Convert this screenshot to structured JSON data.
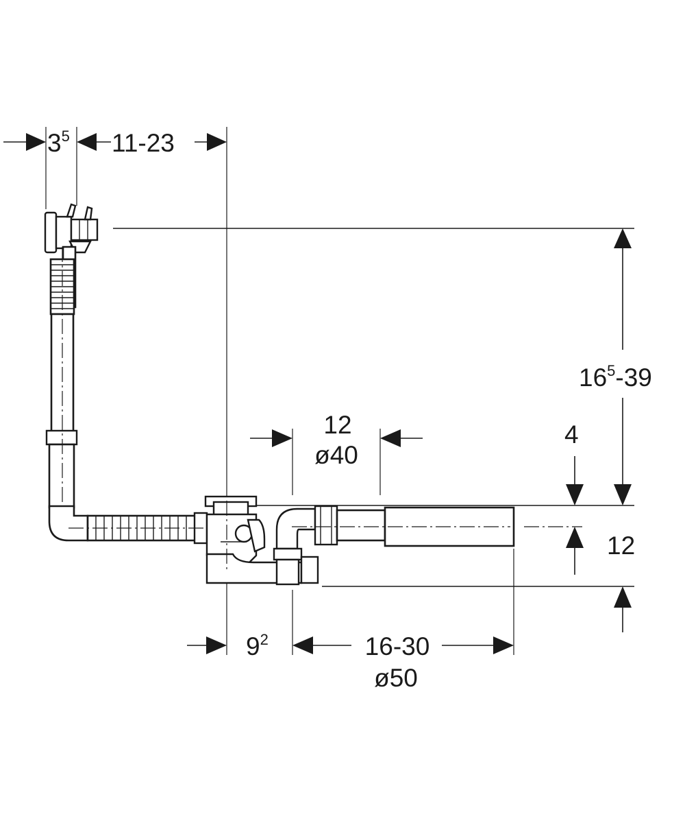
{
  "dimensions": {
    "d1_main": "3",
    "d1_sup": "5",
    "d2": "11-23",
    "d3_main": "16",
    "d3_sup": "5",
    "d3_rest": "-39",
    "d4_line1": "12",
    "d4_line2": "ø40",
    "d5": "4",
    "d6": "12",
    "d7_main": "9",
    "d7_sup": "2",
    "d8_line1": "16-30",
    "d8_line2": "ø50"
  }
}
